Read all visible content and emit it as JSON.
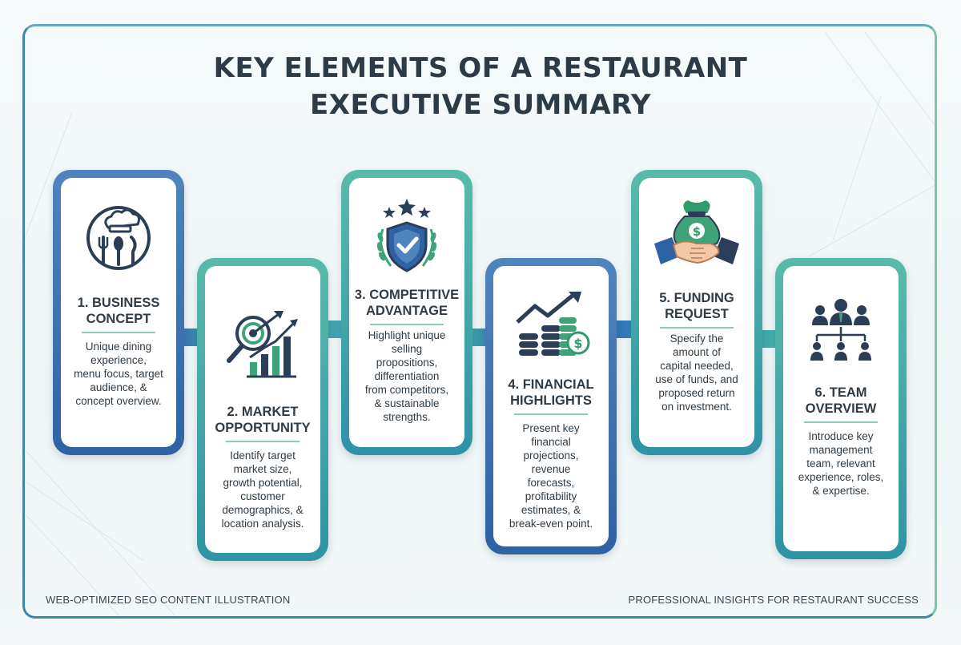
{
  "title": {
    "line1": "KEY ELEMENTS OF A RESTAURANT",
    "line2": "EXECUTIVE SUMMARY"
  },
  "cards": [
    {
      "title_line1": "1. BUSINESS",
      "title_line2": "CONCEPT",
      "text": [
        "Unique dining",
        "experience,",
        "menu focus, target",
        "audience, &",
        "concept overview."
      ],
      "icon": "chef-hat-cutlery-icon"
    },
    {
      "title_line1": "2. MARKET",
      "title_line2": "OPPORTUNITY",
      "text": [
        "Identify target",
        "market size,",
        "growth potential,",
        "customer",
        "demographics, &",
        "location analysis."
      ],
      "icon": "target-growth-chart-icon"
    },
    {
      "title_line1": "3. COMPETITIVE",
      "title_line2": "ADVANTAGE",
      "text": [
        "Highlight unique",
        "selling",
        "propositions,",
        "differentiation",
        "from competitors,",
        "& sustainable",
        "strengths."
      ],
      "icon": "shield-laurel-stars-icon"
    },
    {
      "title_line1": "4. FINANCIAL",
      "title_line2": "HIGHLIGHTS",
      "text": [
        "Present key",
        "financial",
        "projections,",
        "revenue",
        "forecasts,",
        "profitability",
        "estimates, &",
        "break-even point."
      ],
      "icon": "coins-growth-arrow-icon"
    },
    {
      "title_line1": "5. FUNDING",
      "title_line2": "REQUEST",
      "text": [
        "Specify the",
        "amount of",
        "capital needed,",
        "use of funds, and",
        "proposed return",
        "on investment."
      ],
      "icon": "handshake-money-bag-icon"
    },
    {
      "title_line1": "6. TEAM",
      "title_line2": "OVERVIEW",
      "text": [
        "Introduce key",
        "management",
        "team, relevant",
        "experience, roles,",
        "& expertise."
      ],
      "icon": "team-org-chart-icon"
    }
  ],
  "footer": {
    "left": "WEB-OPTIMIZED SEO CONTENT ILLUSTRATION",
    "right": "PROFESSIONAL INSIGHTS FOR RESTAURANT SUCCESS"
  },
  "colors": {
    "title": "#2d3b47",
    "blue_border": "#2f62a3",
    "green_border": "#3aa3a8",
    "navy_icon": "#2c3e57",
    "green_icon": "#3fa37a",
    "money_green": "#2f9a6a"
  }
}
